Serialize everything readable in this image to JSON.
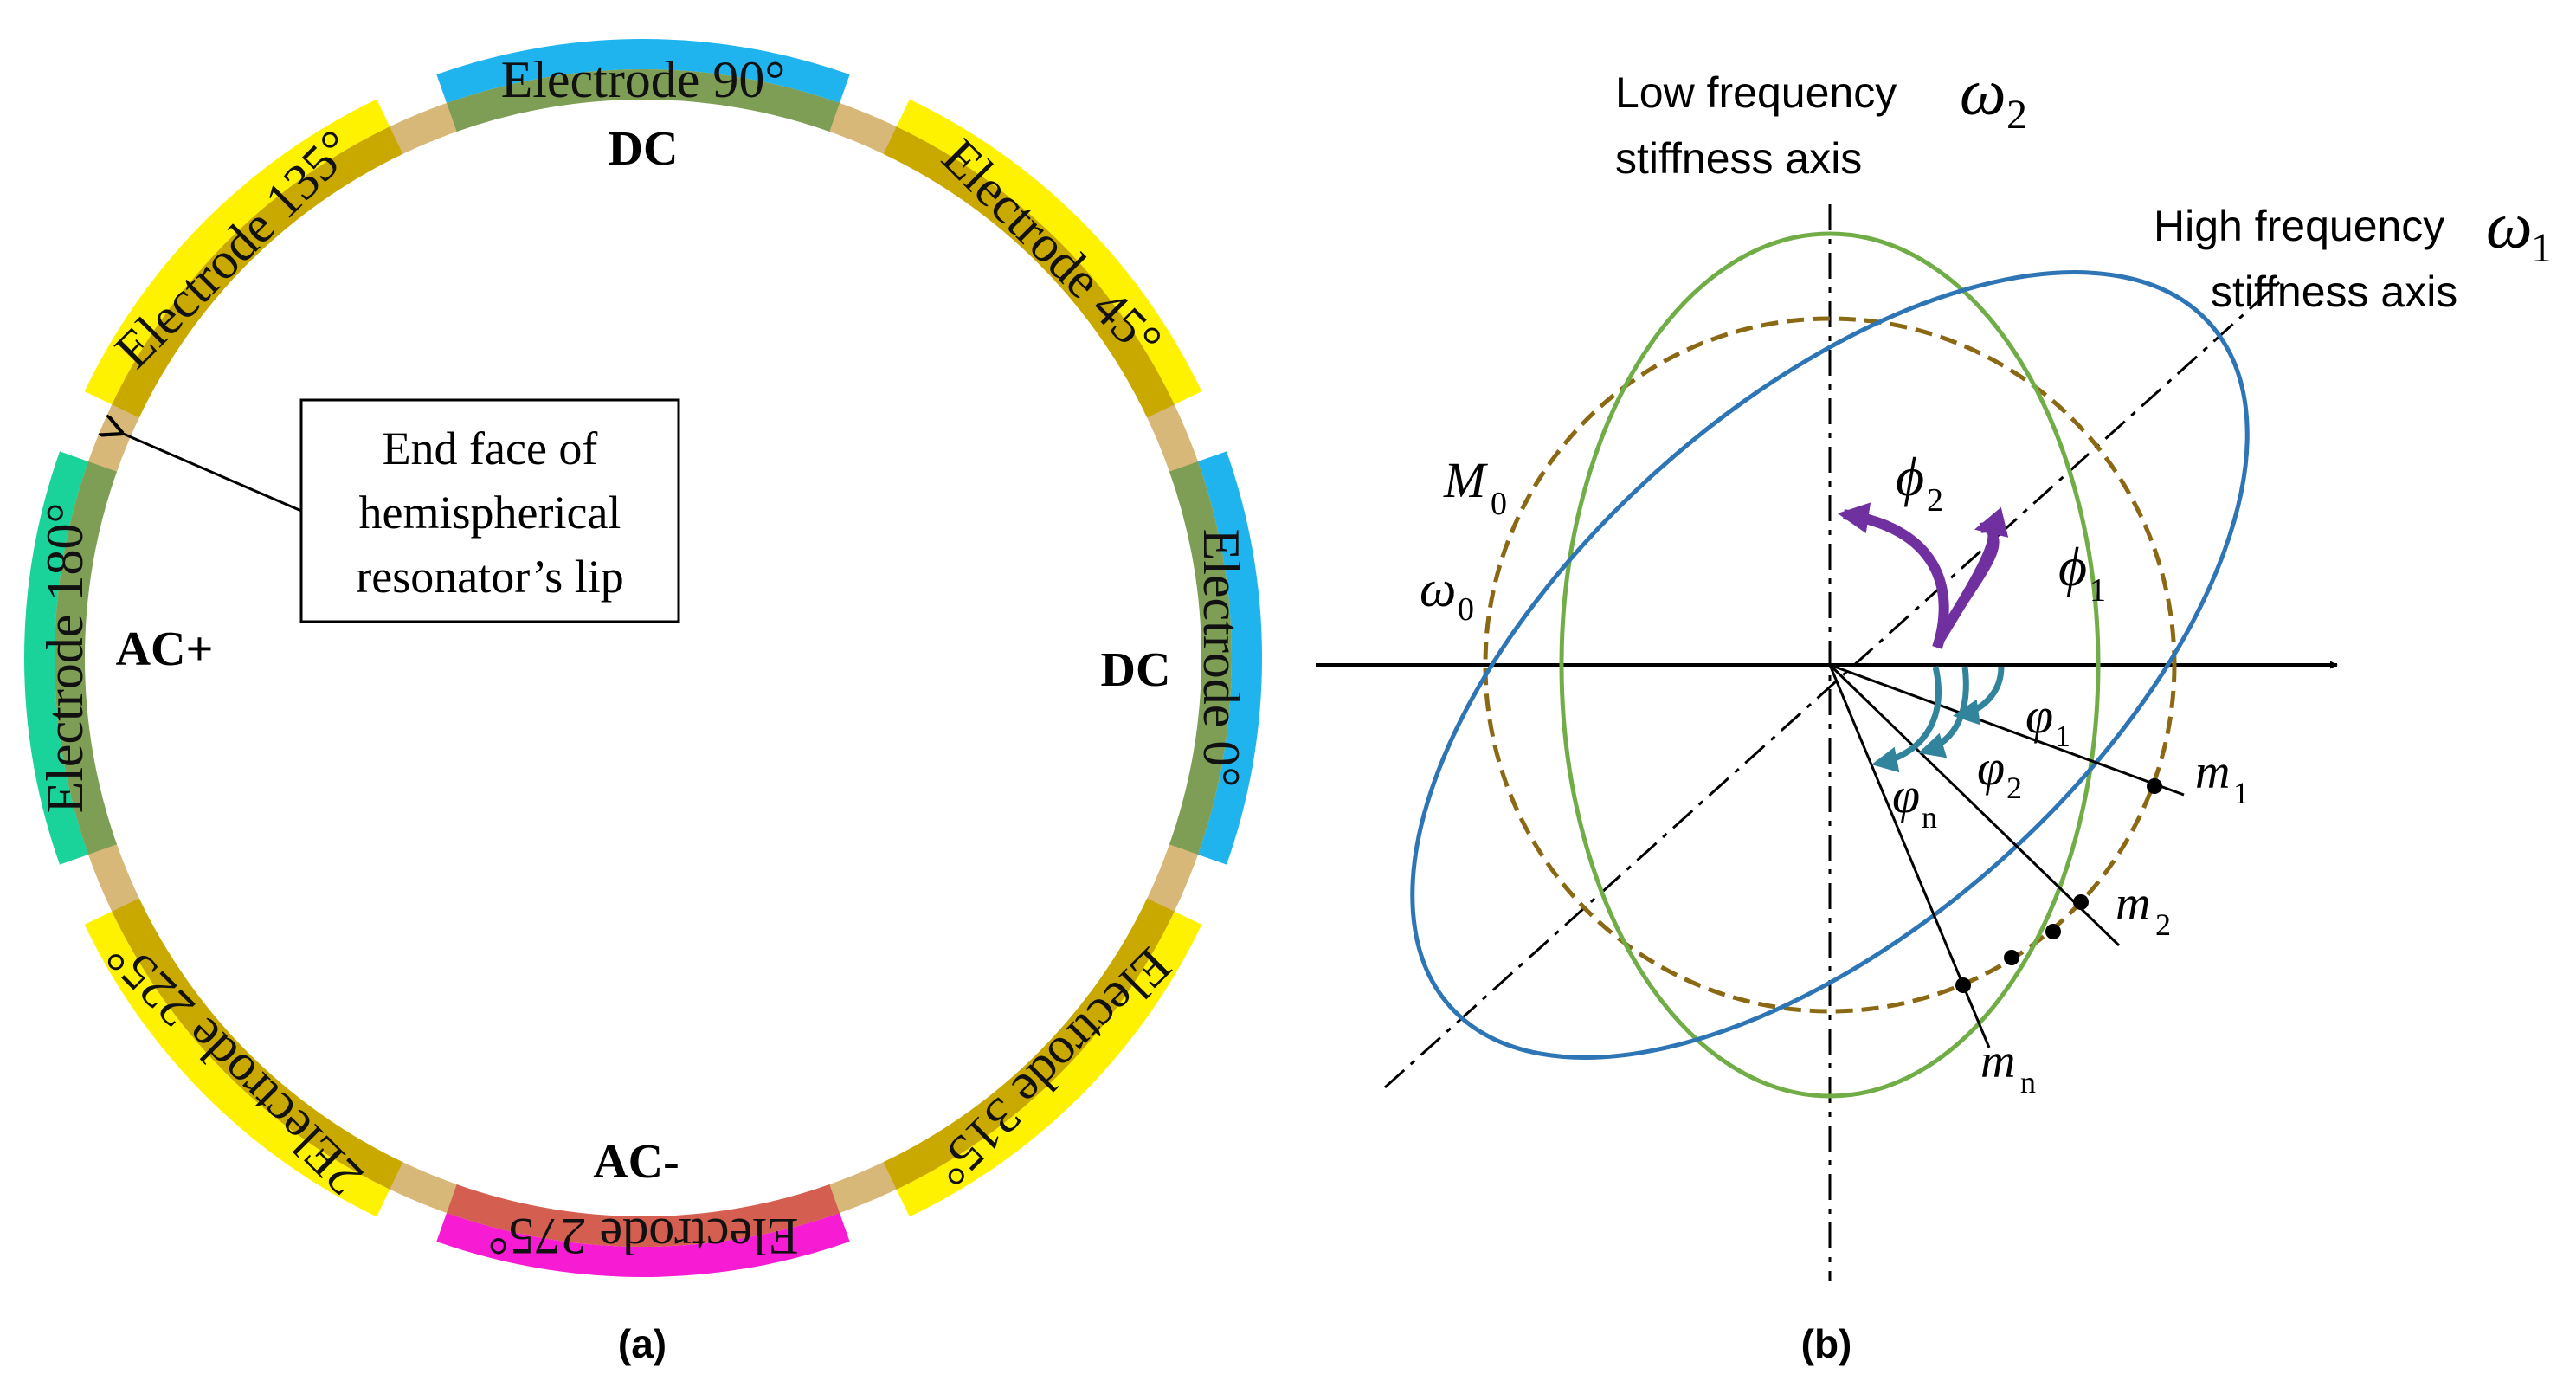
{
  "panel_a": {
    "caption": "(a)",
    "electrodes": [
      {
        "label": "Electrode 90°",
        "angle": 90,
        "outer_color": "#1FB4EE",
        "inner_color": "#7E9E56"
      },
      {
        "label": "Electrode 45°",
        "angle": 45,
        "outer_color": "#FFF200",
        "inner_color": "#C9A800"
      },
      {
        "label": "Electrode 0°",
        "angle": 0,
        "outer_color": "#1FB4EE",
        "inner_color": "#7E9E56"
      },
      {
        "label": "Electrode 315°",
        "angle": -45,
        "outer_color": "#FFF200",
        "inner_color": "#C9A800"
      },
      {
        "label": "Electrode 275°",
        "angle": -90,
        "outer_color": "#F71BD3",
        "inner_color": "#D45F50"
      },
      {
        "label": "2Electrode 225°",
        "angle": -135,
        "outer_color": "#FFF200",
        "inner_color": "#C9A800"
      },
      {
        "label": "Electrode 180°",
        "angle": 180,
        "outer_color": "#19D39A",
        "inner_color": "#7E9E56"
      },
      {
        "label": "Electrode 135°",
        "angle": 135,
        "outer_color": "#FFF200",
        "inner_color": "#C9A800"
      }
    ],
    "gap_color": "#D8B878",
    "labels": {
      "dc_top": "DC",
      "dc_right": "DC",
      "ac_plus": "AC+",
      "ac_minus": "AC-"
    },
    "callout": {
      "line1": "End face of",
      "line2": "hemispherical",
      "line3": "resonator’s lip"
    }
  },
  "panel_b": {
    "caption": "(b)",
    "low_axis": {
      "line1": "Low frequency",
      "line2": "stiffness axis",
      "symbol": "ω",
      "sub": "2"
    },
    "high_axis": {
      "line1": "High frequency",
      "line2": "stiffness axis",
      "symbol": "ω",
      "sub": "1"
    },
    "colors": {
      "green_ellipse": "#70AD47",
      "blue_ellipse": "#2E75B6",
      "dashed_circle": "#8B6914",
      "purple_arrow": "#7030A0",
      "teal_arrow": "#31849B"
    },
    "symbols": {
      "M0": {
        "sym": "M",
        "sub": "0"
      },
      "omega0": {
        "sym": "ω",
        "sub": "0"
      },
      "phi1": {
        "sym": "ϕ",
        "sub": "1"
      },
      "phi2": {
        "sym": "ϕ",
        "sub": "2"
      },
      "varphi1": {
        "sym": "φ",
        "sub": "1"
      },
      "varphi2": {
        "sym": "φ",
        "sub": "2"
      },
      "varphin": {
        "sym": "φ",
        "sub": "n"
      },
      "m1": {
        "sym": "m",
        "sub": "1"
      },
      "m2": {
        "sym": "m",
        "sub": "2"
      },
      "mn": {
        "sym": "m",
        "sub": "n"
      }
    }
  }
}
